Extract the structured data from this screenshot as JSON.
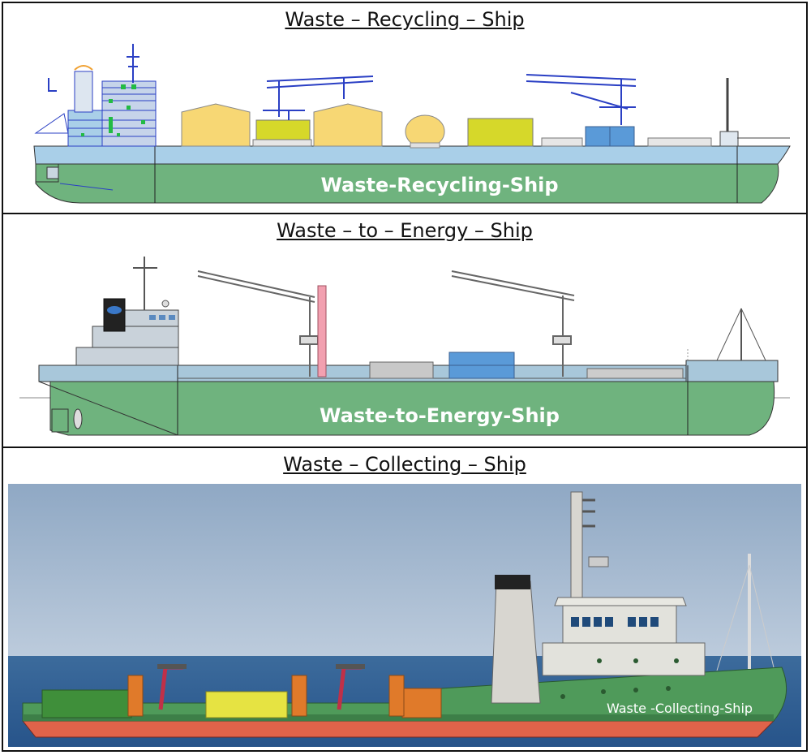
{
  "panels": [
    {
      "title": "Waste – Recycling – Ship",
      "hull_label": "Waste-Recycling-Ship"
    },
    {
      "title": "Waste – to – Energy – Ship",
      "hull_label": "Waste-to-Energy-Ship"
    },
    {
      "title": "Waste – Collecting – Ship",
      "hull_label": "Waste -Collecting-Ship"
    }
  ],
  "colors": {
    "hull_green": "#6fb37e",
    "deck_blue": "#a9cfe8",
    "tank_yellow": "#f7d774",
    "crane_blue": "#2a3fc4",
    "sea_blue": "#2f5f93",
    "sky_blue": "#9fb6cf"
  }
}
